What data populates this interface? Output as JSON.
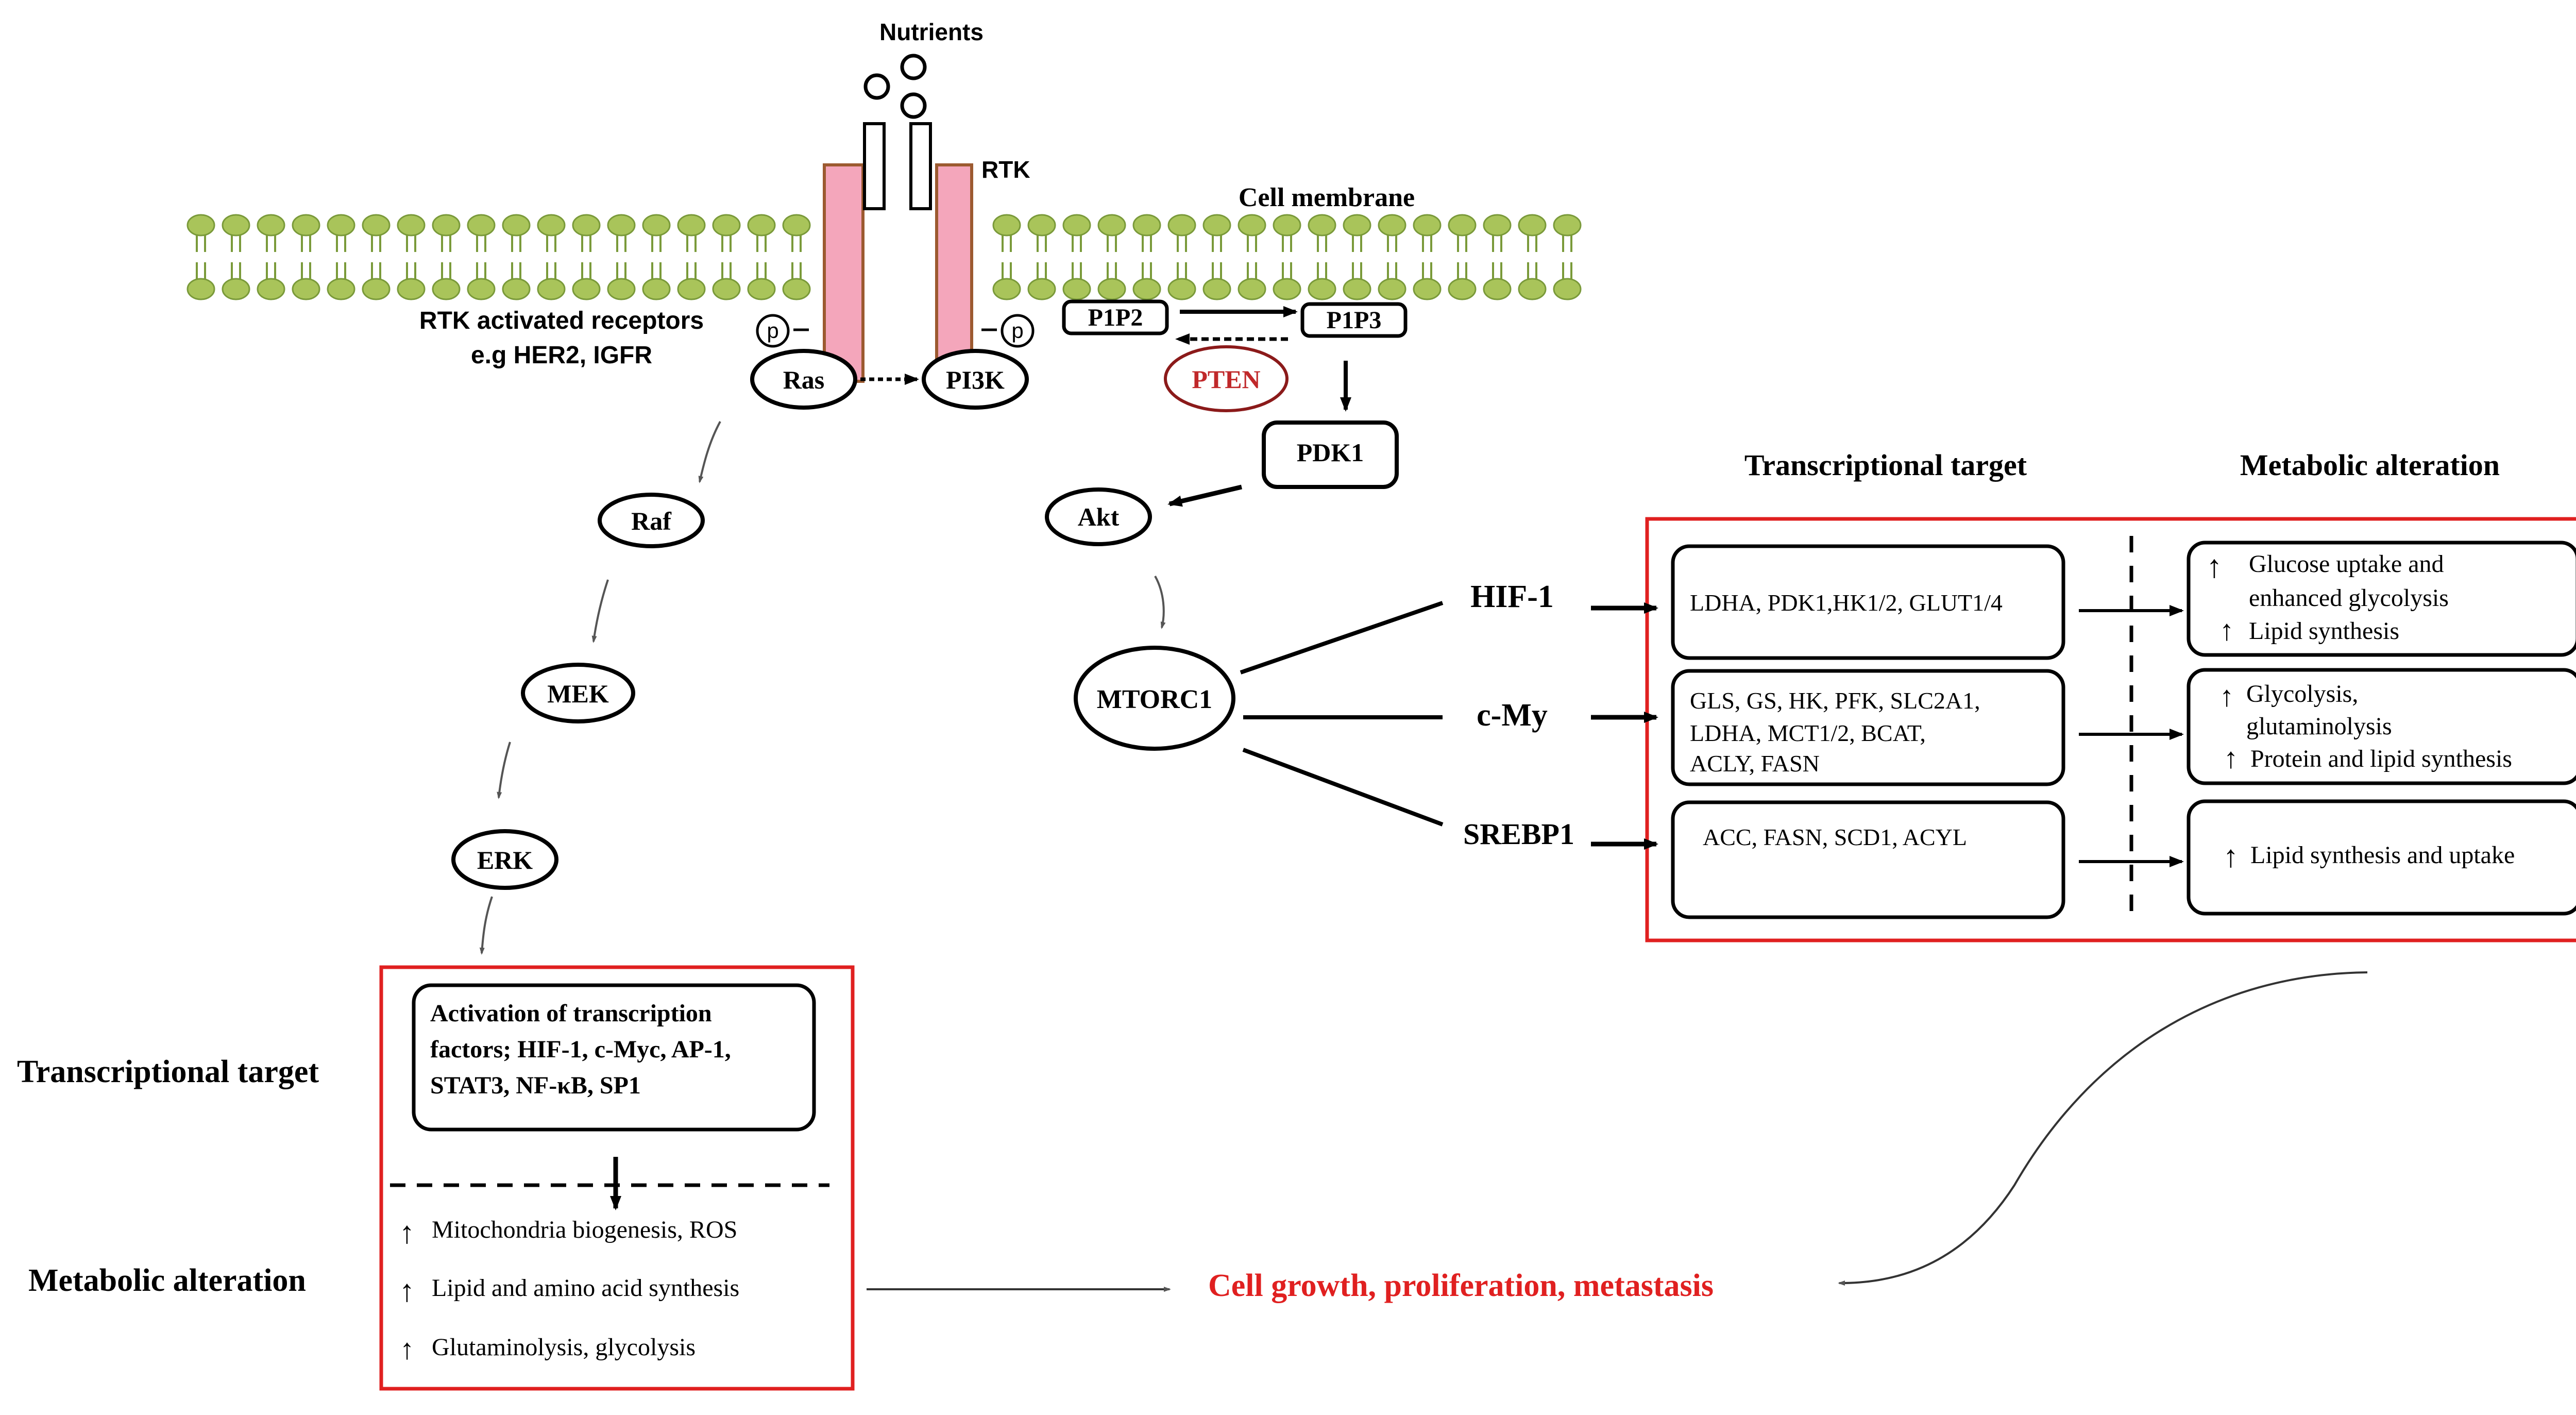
{
  "membrane": {
    "nutrients_label": "Nutrients",
    "rtk_label": "RTK",
    "cell_membrane_label": "Cell membrane",
    "rtk_receptors_line1": "RTK activated receptors",
    "rtk_receptors_line2": "e.g HER2, IGFR",
    "phospho_label": "p"
  },
  "nodes": {
    "ras": "Ras",
    "pi3k": "PI3K",
    "p1p2": "P1P2",
    "p1p3": "P1P3",
    "pten": "PTEN",
    "pdk1": "PDK1",
    "akt": "Akt",
    "mtorc1": "MTORC1",
    "raf": "Raf",
    "mek": "MEK",
    "erk": "ERK"
  },
  "right_panel": {
    "header_target": "Transcriptional target",
    "header_alteration": "Metabolic alteration",
    "rows": [
      {
        "factor": "HIF-1",
        "targets": [
          "LDHA, PDK1,HK1/2, GLUT1/4"
        ],
        "alterations": [
          "Glucose uptake and",
          "enhanced glycolysis",
          "Lipid  synthesis"
        ]
      },
      {
        "factor": "c-My",
        "targets": [
          "GLS, GS, HK, PFK, SLC2A1,",
          "LDHA, MCT1/2, BCAT,",
          "ACLY, FASN"
        ],
        "alterations": [
          "Glycolysis,",
          "glutaminolysis",
          "Protein and lipid synthesis"
        ]
      },
      {
        "factor": "SREBP1",
        "targets": [
          "ACC, FASN, SCD1, ACYL"
        ],
        "alterations": [
          "Lipid synthesis and uptake"
        ]
      }
    ]
  },
  "left_panel": {
    "side_label_target": "Transcriptional target",
    "side_label_alteration": "Metabolic alteration",
    "tf_box": [
      "Activation of transcription",
      "factors;  HIF-1, c-Myc, AP-1,",
      "STAT3,  NF-κB, SP1"
    ],
    "alterations": [
      "Mitochondria biogenesis, ROS",
      "Lipid and amino acid synthesis",
      "Glutaminolysis, glycolysis"
    ]
  },
  "outcome": "Cell growth, proliferation, metastasis",
  "colors": {
    "membrane_green": "#a9c45a",
    "membrane_dark": "#7a9a3a",
    "receptor_pink": "#f4a6bb",
    "receptor_border": "#9c5a30",
    "panel_red": "#e02020",
    "pten_red": "#8b1a1a",
    "outcome_red": "#e02020"
  }
}
